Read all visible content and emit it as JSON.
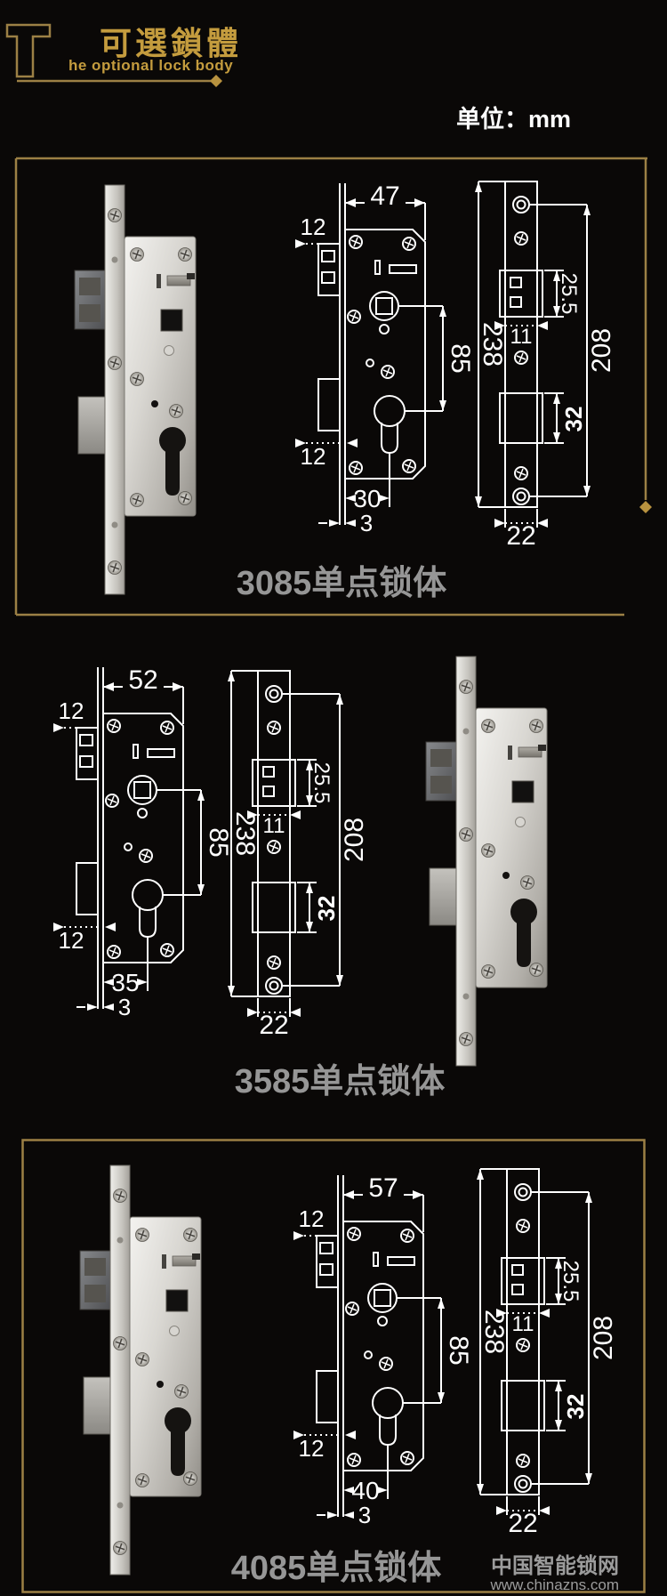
{
  "header": {
    "logo_letter": "T",
    "title_cn": "可選鎖體",
    "title_en": "he optional lock body",
    "unit_label": "单位：mm"
  },
  "colors": {
    "gold": "#b8923f",
    "drawing_line": "#ffffff",
    "caption_gray": "#969696",
    "background": "#0a0807"
  },
  "sections": [
    {
      "model": "3085",
      "caption": "3085单点锁体",
      "layout": "photo-left",
      "boxed": true,
      "front_view": {
        "width": "47",
        "top_offset": "12",
        "center_distance": "85",
        "bottom_offset": "12",
        "backset": "30",
        "faceplate_thickness": "3"
      },
      "face_view": {
        "total_height": "238",
        "latch_cutout_height": "25.5",
        "latch_cutout_width": "11",
        "screw_spacing": "208",
        "deadbolt_cutout_height": "32",
        "faceplate_width": "22"
      }
    },
    {
      "model": "3585",
      "caption": "3585单点锁体",
      "layout": "photo-right",
      "boxed": false,
      "front_view": {
        "width": "52",
        "top_offset": "12",
        "center_distance": "85",
        "bottom_offset": "12",
        "backset": "35",
        "faceplate_thickness": "3"
      },
      "face_view": {
        "total_height": "238",
        "latch_cutout_height": "25.5",
        "latch_cutout_width": "11",
        "screw_spacing": "208",
        "deadbolt_cutout_height": "32",
        "faceplate_width": "22"
      }
    },
    {
      "model": "4085",
      "caption": "4085单点锁体",
      "layout": "photo-left",
      "boxed": true,
      "front_view": {
        "width": "57",
        "top_offset": "12",
        "center_distance": "85",
        "bottom_offset": "12",
        "backset": "40",
        "faceplate_thickness": "3"
      },
      "face_view": {
        "total_height": "238",
        "latch_cutout_height": "25.5",
        "latch_cutout_width": "11",
        "screw_spacing": "208",
        "deadbolt_cutout_height": "32",
        "faceplate_width": "22"
      }
    }
  ],
  "watermark": {
    "site_name": "中国智能锁网",
    "site_url": "www.chinazns.com"
  }
}
